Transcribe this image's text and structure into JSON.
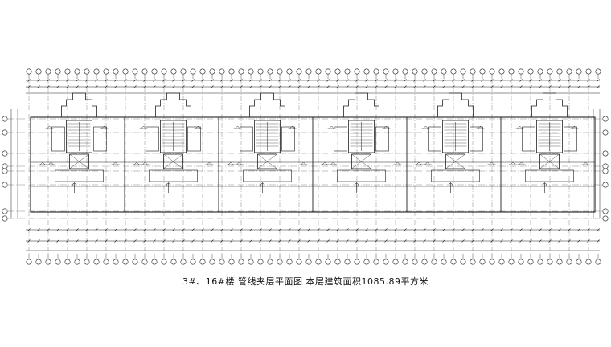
{
  "drawing": {
    "caption": "3#、16#楼  管线夹层平面图  本层建筑面积1085.89平方米",
    "units": 6,
    "axis_count": 60,
    "row_axes": 6
  }
}
